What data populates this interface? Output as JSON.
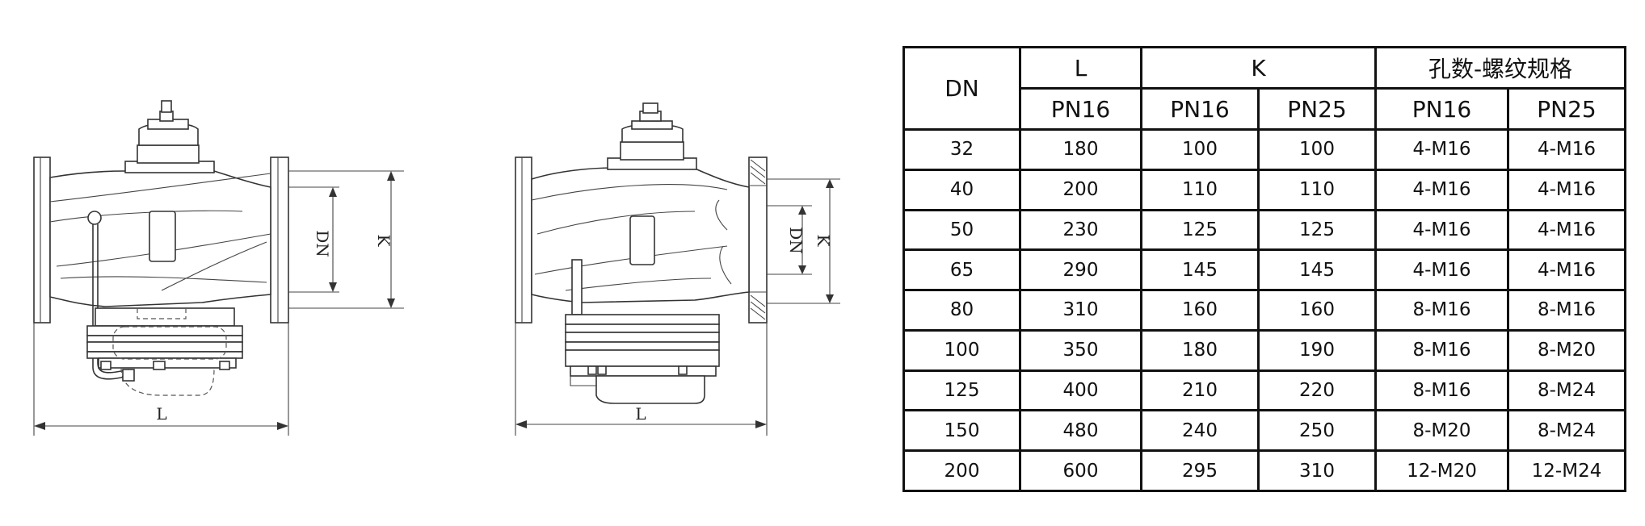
{
  "drawing_labels": {
    "left_dn": "DN",
    "left_k": "K",
    "left_l": "L",
    "right_dn": "DN",
    "right_k": "K",
    "right_l": "L"
  },
  "table": {
    "header": {
      "dn": "DN",
      "l": "L",
      "k": "K",
      "holes": "孔数-螺纹规格",
      "l_pn16": "PN16",
      "k_pn16": "PN16",
      "k_pn25": "PN25",
      "h_pn16": "PN16",
      "h_pn25": "PN25"
    },
    "rows": [
      [
        "32",
        "180",
        "100",
        "100",
        "4-M16",
        "4-M16"
      ],
      [
        "40",
        "200",
        "110",
        "110",
        "4-M16",
        "4-M16"
      ],
      [
        "50",
        "230",
        "125",
        "125",
        "4-M16",
        "4-M16"
      ],
      [
        "65",
        "290",
        "145",
        "145",
        "4-M16",
        "4-M16"
      ],
      [
        "80",
        "310",
        "160",
        "160",
        "8-M16",
        "8-M16"
      ],
      [
        "100",
        "350",
        "180",
        "190",
        "8-M16",
        "8-M20"
      ],
      [
        "125",
        "400",
        "210",
        "220",
        "8-M16",
        "8-M24"
      ],
      [
        "150",
        "480",
        "240",
        "250",
        "8-M20",
        "8-M24"
      ],
      [
        "200",
        "600",
        "295",
        "310",
        "12-M20",
        "12-M24"
      ]
    ]
  }
}
